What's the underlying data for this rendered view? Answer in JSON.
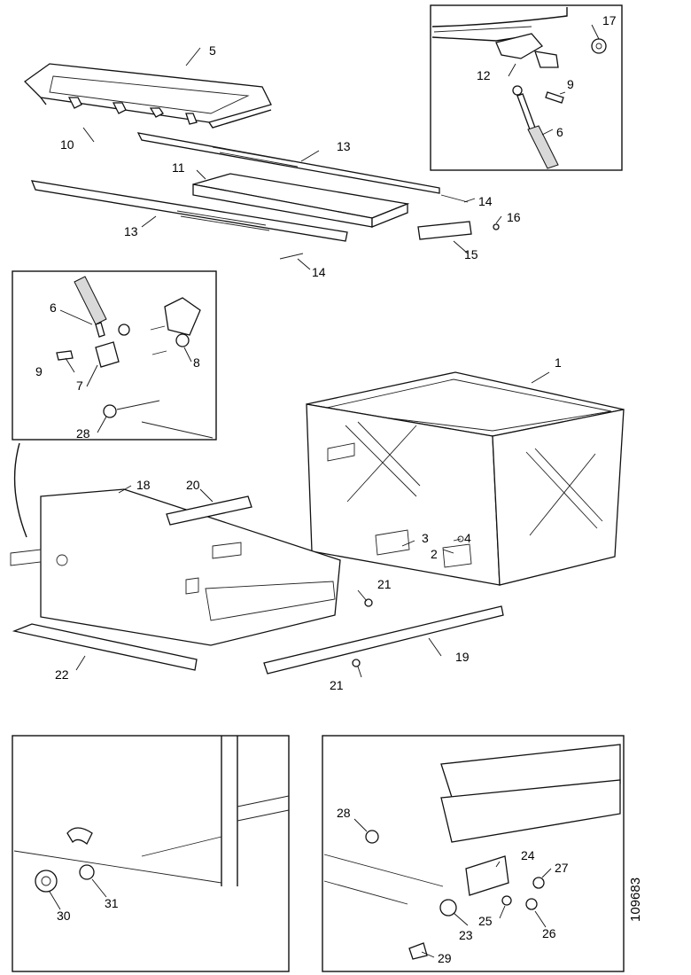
{
  "document_number": "109683",
  "callouts": {
    "c1": "1",
    "c2": "2",
    "c3": "3",
    "c4": "4",
    "c5": "5",
    "c6a": "6",
    "c6b": "6",
    "c7": "7",
    "c8": "8",
    "c9a": "9",
    "c9b": "9",
    "c10": "10",
    "c11": "11",
    "c12": "12",
    "c13a": "13",
    "c13b": "13",
    "c14a": "14",
    "c14b": "14",
    "c15": "15",
    "c16": "16",
    "c17": "17",
    "c18": "18",
    "c19": "19",
    "c20": "20",
    "c21a": "21",
    "c21b": "21",
    "c22": "22",
    "c23": "23",
    "c24": "24",
    "c25": "25",
    "c26": "26",
    "c27": "27",
    "c28a": "28",
    "c28b": "28",
    "c29": "29",
    "c30": "30",
    "c31": "31"
  }
}
